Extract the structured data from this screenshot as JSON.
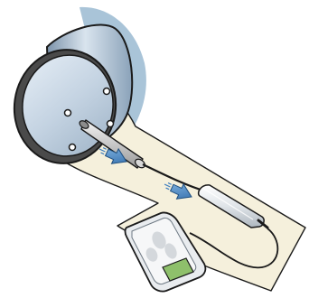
{
  "diagram": {
    "labels": [],
    "components": [
      {
        "id": "cylinder",
        "icon": "cylinder-icon"
      },
      {
        "id": "rod",
        "icon": "rod-icon"
      },
      {
        "id": "sensor-probe",
        "icon": "probe-icon"
      },
      {
        "id": "handheld-reader",
        "icon": "reader-icon"
      },
      {
        "id": "arrow-1",
        "icon": "arrow-icon"
      },
      {
        "id": "arrow-2",
        "icon": "arrow-icon"
      }
    ],
    "colors": {
      "paper": "#f5f0dc",
      "outline": "#1a1a1a",
      "cylinder_face": "#c8d7e6",
      "cylinder_body": "#9fb6cb",
      "shadow": "#a9c4d8",
      "arrow": "#3f7fbf",
      "probe": "#e6eaee",
      "reader_body": "#e9ecef",
      "reader_screen": "#8ec06b"
    }
  }
}
